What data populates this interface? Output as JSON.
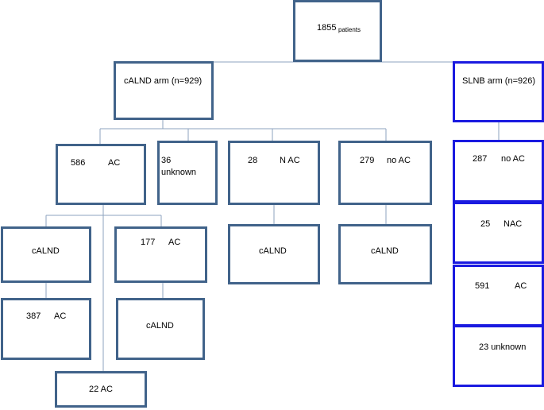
{
  "root": {
    "count": "1855",
    "unit": "patients"
  },
  "calnd_arm": {
    "label": "cALND arm (n=929)"
  },
  "slnb_arm": {
    "label": "SLNB  arm (n=926)"
  },
  "calnd_groups": {
    "ac": {
      "count": "586",
      "label": "AC"
    },
    "unknown": {
      "count": "36",
      "label": "unknown"
    },
    "nac": {
      "count": "28",
      "label": "N AC"
    },
    "no_ac": {
      "count": "279",
      "label": "no AC"
    }
  },
  "ac_branch": {
    "calnd_left": "cALND",
    "ac177": {
      "count": "177",
      "label": "AC"
    },
    "ac387": {
      "count": "387",
      "label": "AC"
    },
    "calnd_under177": "cALND",
    "ac22": "22 AC"
  },
  "nac_branch": {
    "calnd": "cALND"
  },
  "no_ac_branch": {
    "calnd": "cALND"
  },
  "slnb_groups": {
    "no_ac": {
      "count": "287",
      "label": "no AC"
    },
    "nac": {
      "count": "25",
      "label": "NAC"
    },
    "ac": {
      "count": "591",
      "label": "AC"
    },
    "unknown": "23 unknown"
  },
  "colors": {
    "gray_border": "#41638a",
    "blue_border": "#1a1ae0",
    "connector": "#8ea3bf"
  }
}
